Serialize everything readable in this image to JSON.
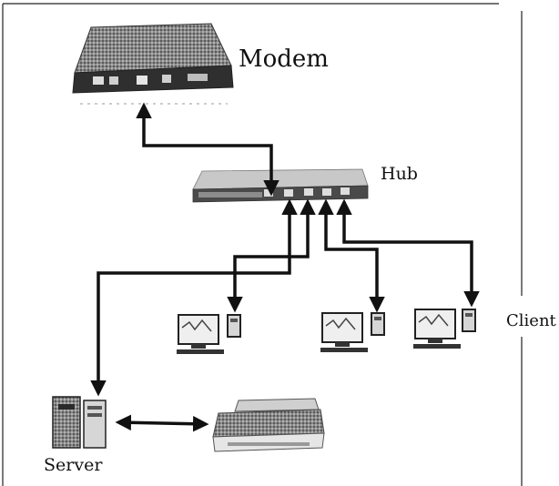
{
  "labels": {
    "modem": "Modem",
    "hub": "Hub",
    "client": "Client",
    "server": "Server"
  },
  "colors": {
    "link": "#111111",
    "frame": "#222222",
    "device_dark": "#3a3a3a",
    "device_light": "#d6d6d6",
    "screen": "#efefef"
  },
  "icons": {
    "modem": "modem-icon",
    "hub": "hub-icon",
    "workstation": "workstation-icon",
    "server": "server-tower-icon",
    "printer": "printer-icon"
  }
}
